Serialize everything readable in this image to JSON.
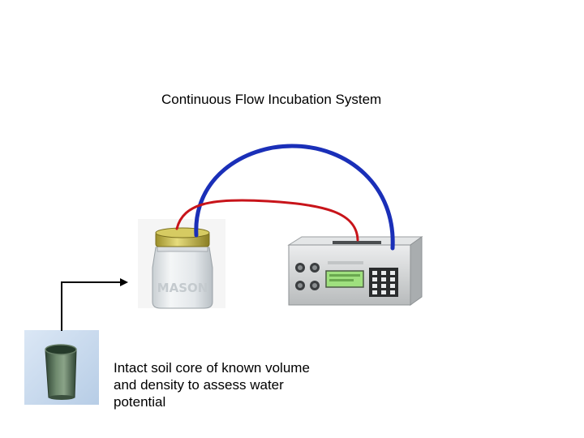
{
  "title": "Continuous Flow Incubation System",
  "caption": {
    "line1": "Intact soil core of known volume",
    "line2": "and density to assess water",
    "line3": "potential"
  },
  "jar": {
    "emboss_text": "MASON"
  },
  "colors": {
    "blue_tube": "#1a2fb8",
    "red_tube": "#c8141a",
    "lid_gold": "#c7b84a",
    "core_green": "#4f6a52",
    "analyzer_body": "#d4d6d6",
    "display_green": "#9fe07e"
  }
}
